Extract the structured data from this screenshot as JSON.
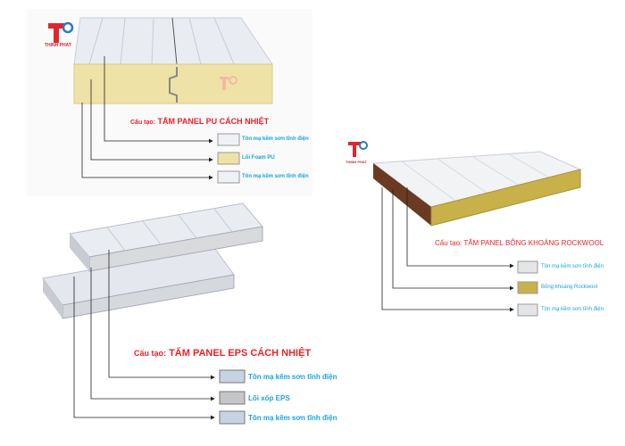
{
  "logo": {
    "name": "THINH PHAT"
  },
  "pu_panel": {
    "title_prefix": "Cấu tạo:",
    "title": "TẤM PANEL PU CÁCH NHIỆT",
    "layers": [
      "Tôn mạ kẽm sơn tĩnh điện",
      "Lõi Foam PU",
      "Tôn mạ kẽm sơn tĩnh điện"
    ]
  },
  "rockwool_panel": {
    "title_prefix": "Cấu tạo:",
    "title": "TẤM PANEL BÔNG KHOÁNG ROCKWOOL",
    "layers": [
      "Tôn mạ kẽm sơn tĩnh điện",
      "Bông khoáng Rockwool",
      "Tôn mạ kẽm sơn tĩnh điện"
    ]
  },
  "eps_panel": {
    "title_prefix": "Cấu tạo:",
    "title": "TẤM PANEL EPS CÁCH NHIỆT",
    "layers": [
      "Tôn mạ kẽm sơn tĩnh điện",
      "Lõi xốp EPS",
      "Tôn mạ kẽm sơn tĩnh điện"
    ]
  },
  "colors": {
    "title": "#e8232a",
    "label": "#1aa3e0",
    "pu_core": "#efe2a6",
    "rockwool": "#c9b14a",
    "eps": "#d8dadc",
    "sheet": "#f2f4f6"
  }
}
